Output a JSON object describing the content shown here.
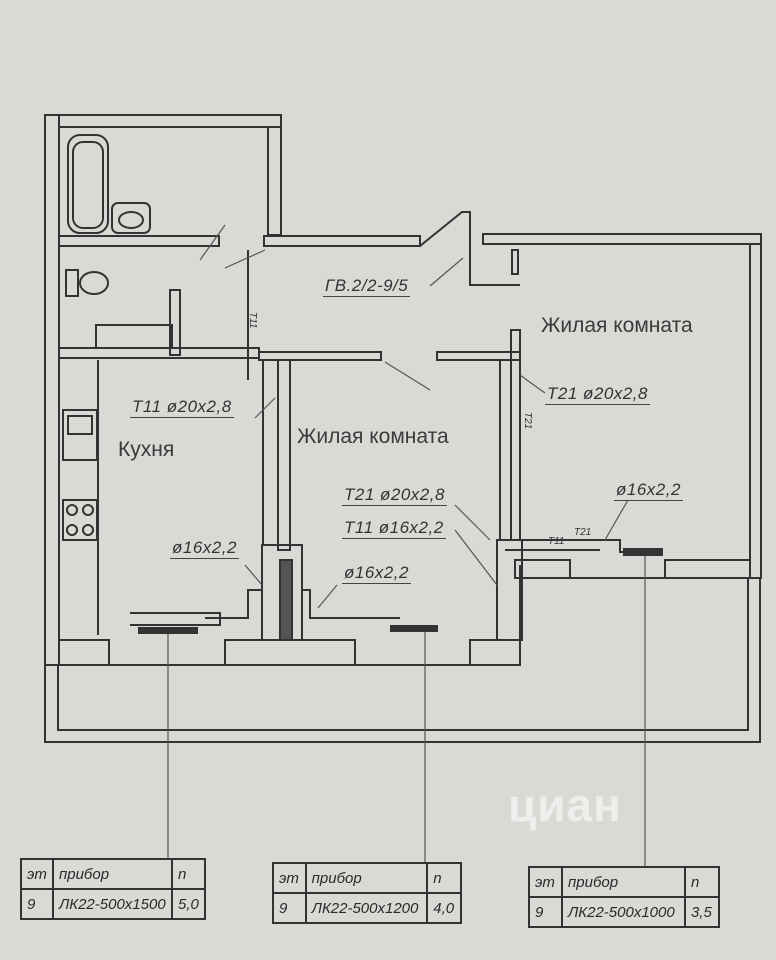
{
  "rooms": {
    "kitchen": "Кухня",
    "living_room_center": "Жилая комната",
    "living_room_right": "Жилая комната"
  },
  "pipe_labels": {
    "riser": "ГВ.2/2-9/5",
    "t11_main": "T11 ø20x2,8",
    "t21_right": "T21 ø20x2,8",
    "t21_center": "T21 ø20x2,8",
    "t11_center": "T11 ø16x2,2",
    "kitchen_branch": "ø16x2,2",
    "center_branch": "ø16x2,2",
    "right_branch": "ø16x2,2",
    "vertical_t11": "T11",
    "vertical_t21": "T21",
    "small_t21": "T21",
    "small_t11": "T11"
  },
  "device_tables": [
    {
      "header": {
        "floor": "эт",
        "device": "прибор",
        "n": "n"
      },
      "row": {
        "floor": "9",
        "device": "ЛК22-500x1500",
        "n": "5,0"
      }
    },
    {
      "header": {
        "floor": "эт",
        "device": "прибор",
        "n": "n"
      },
      "row": {
        "floor": "9",
        "device": "ЛК22-500x1200",
        "n": "4,0"
      }
    },
    {
      "header": {
        "floor": "эт",
        "device": "прибор",
        "n": "n"
      },
      "row": {
        "floor": "9",
        "device": "ЛК22-500x1000",
        "n": "3,5"
      }
    }
  ],
  "watermark": "циан"
}
